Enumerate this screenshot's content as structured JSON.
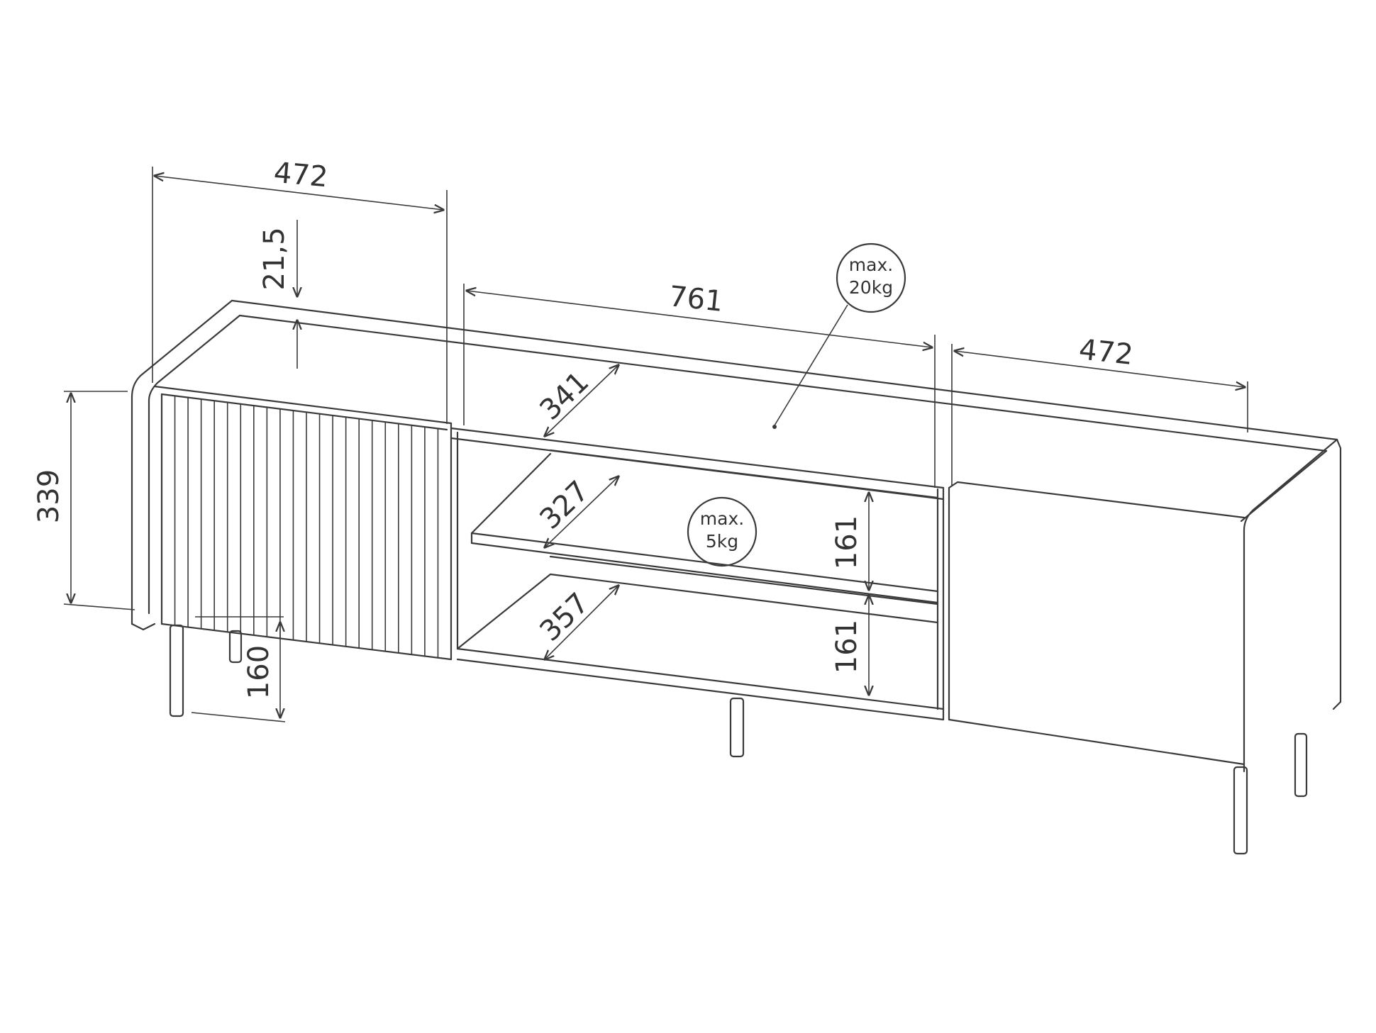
{
  "diagram": {
    "dimensions": {
      "left_width": "472",
      "top_thickness": "21,5",
      "middle_width": "761",
      "right_width": "472",
      "height": "339",
      "depth_top": "341",
      "depth_shelf": "327",
      "depth_bottom": "357",
      "shelf_gap_upper": "161",
      "shelf_gap_lower": "161",
      "leg_height": "160"
    },
    "load_notes": {
      "top": {
        "line1": "max.",
        "line2": "20kg"
      },
      "shelf": {
        "line1": "max.",
        "line2": "5kg"
      }
    },
    "colors": {
      "line": "#3a3a3a",
      "text": "#333333",
      "background": "#ffffff"
    }
  }
}
